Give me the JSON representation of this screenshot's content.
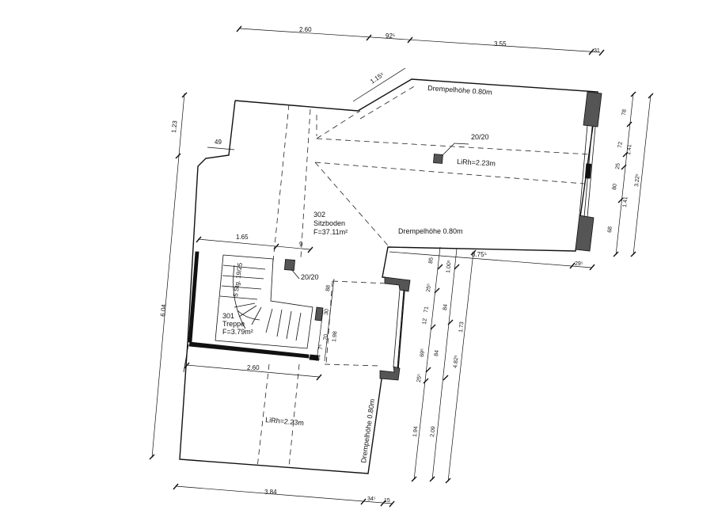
{
  "plan": {
    "rooms": {
      "sitzboden": {
        "number": "302",
        "name": "Sitzboden",
        "area": "F=37.11m²"
      },
      "treppe": {
        "number": "301",
        "name": "Treppe",
        "area": "F=3.79m²"
      }
    },
    "annotations": {
      "drempel_top": "Drempelhöhe 0.80m",
      "drempel_mid": "Drempelhöhe 0.80m",
      "drempel_bottom": "Drempelhöhe 0.80m",
      "lirh_top": "LiRh=2.23m",
      "lirh_bottom": "LiRh=2.23m",
      "column_top": "20/20",
      "column_stair": "20/20",
      "stairs": "5 Stg. 19/25"
    },
    "dimensions": {
      "top_260": "2.60",
      "top_925": "92⁵",
      "top_355": "3.55",
      "top_31": "31",
      "diag_115": "1.15⁵",
      "left_123": "1.23",
      "left_49": "49",
      "left_604": "6.04",
      "stair_165": "1.65",
      "stair_9": "9",
      "bottom_260": "2.60",
      "bottom_384": "3.84",
      "bottom_345": "34⁵",
      "bottom_15": "15",
      "right_78": "78",
      "right_72": "72",
      "right_25": "25",
      "right_80": "80",
      "right_68": "68",
      "right_141a": "1.41",
      "right_141b": "1.41",
      "right_322": "3.22⁵",
      "right_375": "3.75⁵",
      "right_295": "29⁵",
      "mid_85": "85",
      "mid_1005": "1.00⁵",
      "mid_255a": "25⁵",
      "mid_88": "88",
      "mid_30": "30",
      "mid_12": "12",
      "mid_71": "71",
      "mid_84a": "84",
      "mid_173": "1.73",
      "mid_70": "70",
      "mid_198": "1.98",
      "mid_75": "7⁵",
      "mid_44": "44",
      "mid_695": "69⁵",
      "mid_84b": "84",
      "mid_4825": "4.82⁵",
      "mid_255b": "25⁵",
      "mid_194": "1.94",
      "mid_209": "2.09"
    }
  }
}
